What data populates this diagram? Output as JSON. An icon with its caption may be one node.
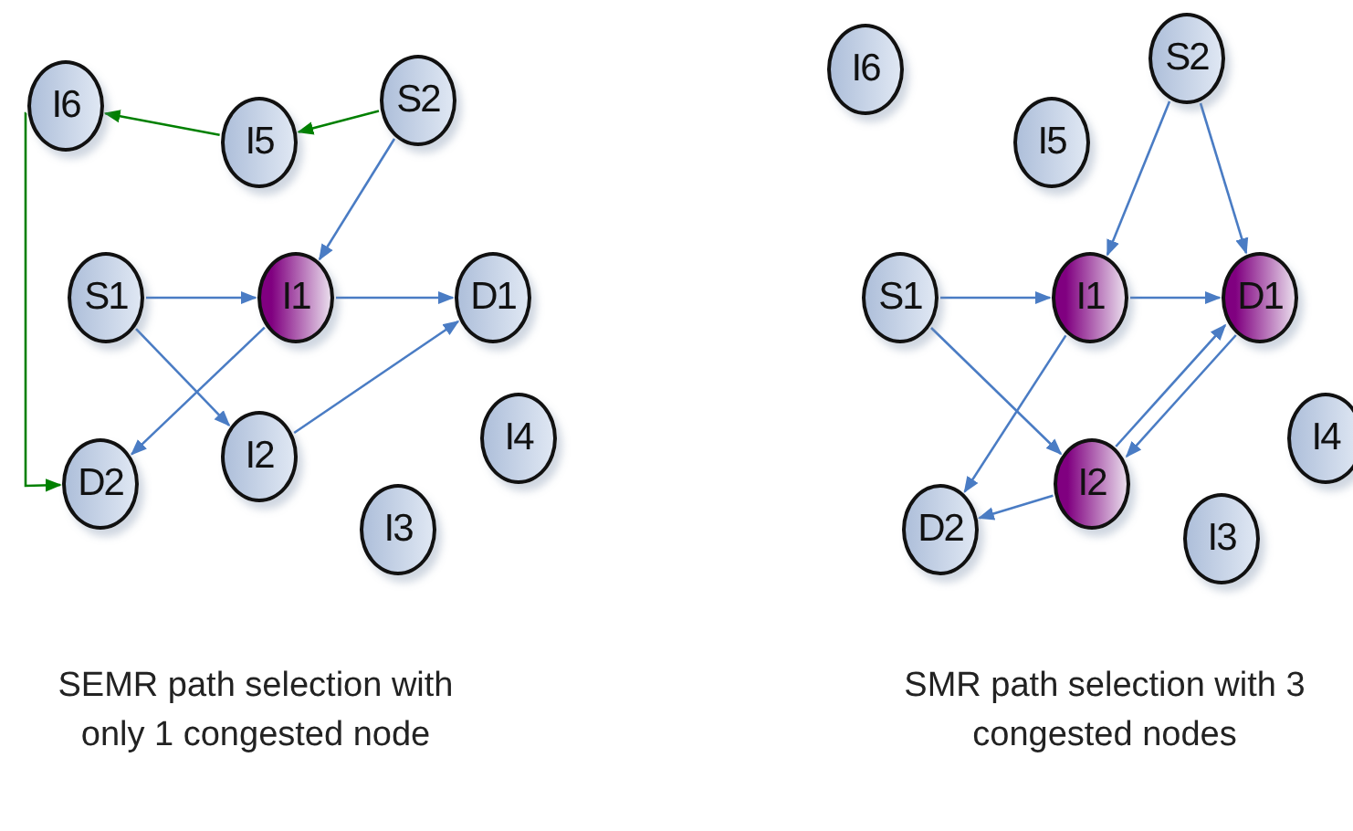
{
  "diagram": {
    "nodes": [
      {
        "text": [
          "I6"
        ]
      },
      {
        "text": [
          "I5"
        ]
      },
      {
        "text": [
          "S2"
        ]
      },
      {
        "text": [
          "S1"
        ]
      },
      {
        "text": [
          "I1"
        ]
      },
      {
        "text": [
          "D1"
        ]
      },
      {
        "text": [
          "D2"
        ]
      },
      {
        "text": [
          "I2"
        ]
      },
      {
        "text": [
          "I4"
        ]
      },
      {
        "text": [
          "I3"
        ]
      },
      {
        "text": [
          "I6"
        ]
      },
      {
        "text": [
          "I5"
        ]
      },
      {
        "text": [
          "S2"
        ]
      },
      {
        "text": [
          "S1"
        ]
      },
      {
        "text": [
          "I1"
        ]
      },
      {
        "text": [
          "D1"
        ]
      },
      {
        "text": [
          "I4"
        ]
      },
      {
        "text": [
          "I2"
        ]
      },
      {
        "text": [
          "D2"
        ]
      },
      {
        "text": [
          "I3"
        ]
      }
    ],
    "edges": [
      {
        "from": 2,
        "to": 1,
        "arrow": "to",
        "color": "#008000"
      },
      {
        "from": 1,
        "to": 0,
        "arrow": "to",
        "color": "#008000"
      },
      {
        "from": 0,
        "to": 6,
        "arrow": "to",
        "color": "#008000"
      },
      {
        "from": 2,
        "to": 4,
        "arrow": "to"
      },
      {
        "from": 3,
        "to": 4,
        "arrow": "to"
      },
      {
        "from": 4,
        "to": 5,
        "arrow": "to"
      },
      {
        "from": 3,
        "to": 7,
        "arrow": "to"
      },
      {
        "from": 4,
        "to": 6,
        "arrow": "to"
      },
      {
        "from": 7,
        "to": 5,
        "arrow": "to"
      },
      {
        "from": 12,
        "to": 14,
        "arrow": "to"
      },
      {
        "from": 12,
        "to": 15,
        "arrow": "to"
      },
      {
        "from": 13,
        "to": 14,
        "arrow": "to"
      },
      {
        "from": 14,
        "to": 15,
        "arrow": "to"
      },
      {
        "from": 13,
        "to": 17,
        "arrow": "to"
      },
      {
        "from": 14,
        "to": 18,
        "arrow": "to"
      },
      {
        "from": 15,
        "to": 17,
        "arrow": "to"
      },
      {
        "from": 17,
        "to": 15,
        "arrow": "to"
      },
      {
        "from": 17,
        "to": 18,
        "arrow": "to"
      }
    ],
    "labels": [
      "SEMR path selection with only 1 congested node",
      "SMR path selection with 3 congested nodes"
    ]
  }
}
